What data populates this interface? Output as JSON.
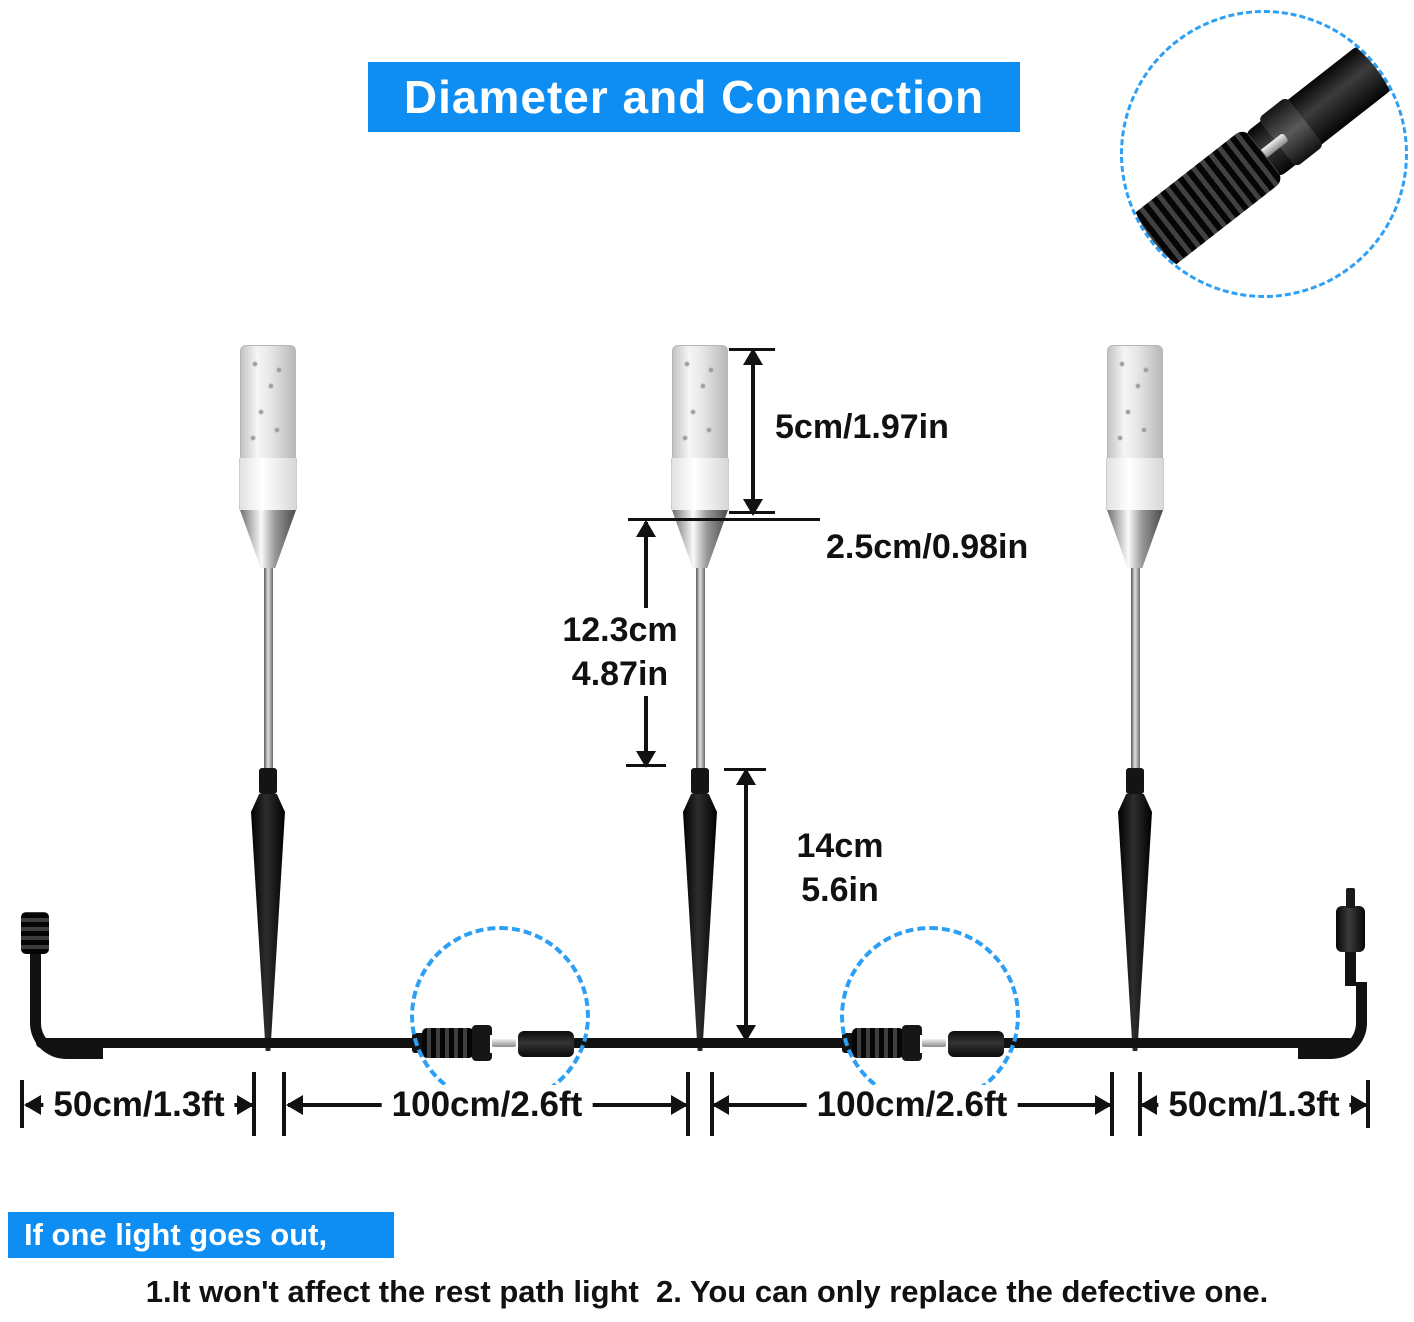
{
  "title": "Diameter and Connection",
  "measurements": {
    "tube_height": "5cm/1.97in",
    "cone_diameter": "2.5cm/0.98in",
    "pole_height_cm": "12.3cm",
    "pole_height_in": "4.87in",
    "spike_height_cm": "14cm",
    "spike_height_in": "5.6in",
    "sections": [
      "50cm/1.3ft",
      "100cm/2.6ft",
      "100cm/2.6ft",
      "50cm/1.3ft"
    ]
  },
  "footer": {
    "highlight": "If one light goes out,",
    "note": "1.It won't affect the rest path light  2. You can only replace the defective one."
  },
  "colors": {
    "accent_blue": "#0e8df2",
    "dashed_circle_blue": "#2da0f5"
  }
}
